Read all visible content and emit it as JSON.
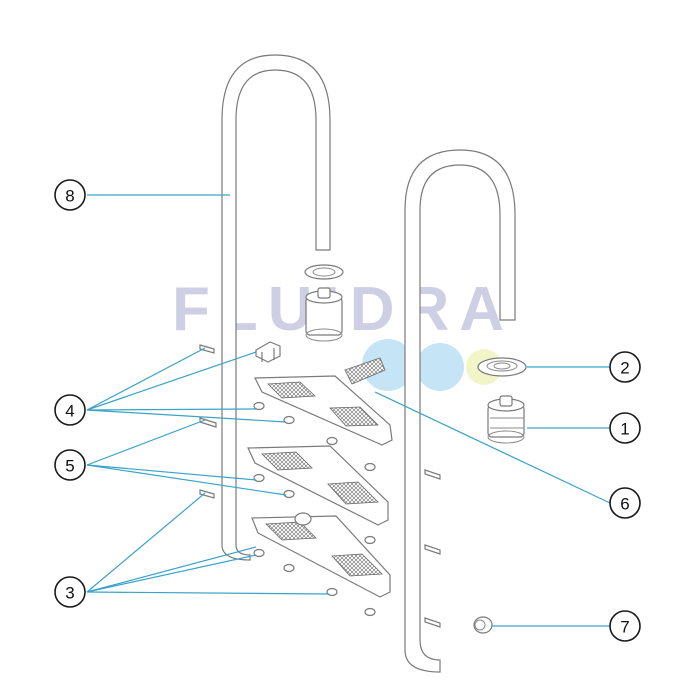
{
  "watermark": {
    "text": "FLUIDRA",
    "color": "#26288a"
  },
  "accent_color": "#3aa3c8",
  "callouts": [
    {
      "id": "1",
      "label": "1"
    },
    {
      "id": "2",
      "label": "2"
    },
    {
      "id": "3",
      "label": "3"
    },
    {
      "id": "4",
      "label": "4"
    },
    {
      "id": "5",
      "label": "5"
    },
    {
      "id": "6",
      "label": "6"
    },
    {
      "id": "7",
      "label": "7"
    },
    {
      "id": "8",
      "label": "8"
    }
  ]
}
